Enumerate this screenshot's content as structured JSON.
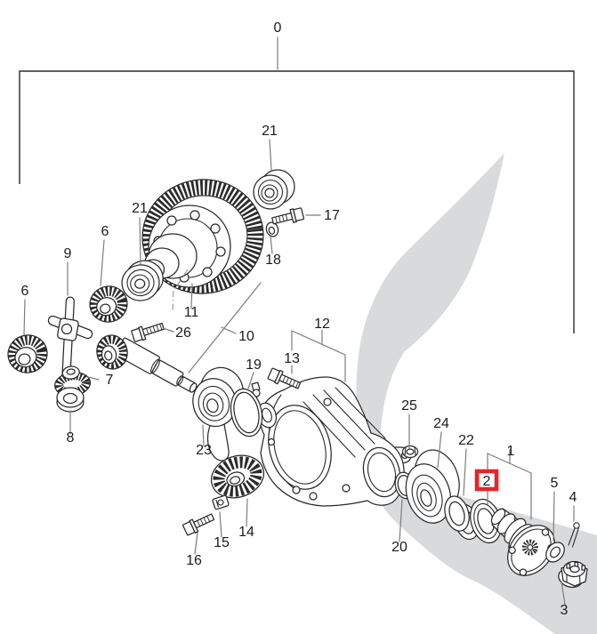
{
  "diagram": {
    "type": "exploded-parts-diagram",
    "subject": "differential gear assembly",
    "highlight": {
      "part": "2",
      "box_color": "#e8232a"
    },
    "background_accent_color": "#d9dadc",
    "line_color": "#2a2a2a",
    "leader_color": "#7d7d7d",
    "callouts": [
      {
        "label": "0"
      },
      {
        "label": "21"
      },
      {
        "label": "17"
      },
      {
        "label": "18"
      },
      {
        "label": "21"
      },
      {
        "label": "6"
      },
      {
        "label": "9"
      },
      {
        "label": "6"
      },
      {
        "label": "11"
      },
      {
        "label": "26"
      },
      {
        "label": "10"
      },
      {
        "label": "7"
      },
      {
        "label": "8"
      },
      {
        "label": "12"
      },
      {
        "label": "13"
      },
      {
        "label": "19"
      },
      {
        "label": "23"
      },
      {
        "label": "25"
      },
      {
        "label": "24"
      },
      {
        "label": "22"
      },
      {
        "label": "2"
      },
      {
        "label": "1"
      },
      {
        "label": "5"
      },
      {
        "label": "4"
      },
      {
        "label": "20"
      },
      {
        "label": "14"
      },
      {
        "label": "15"
      },
      {
        "label": "16"
      },
      {
        "label": "3"
      }
    ]
  }
}
